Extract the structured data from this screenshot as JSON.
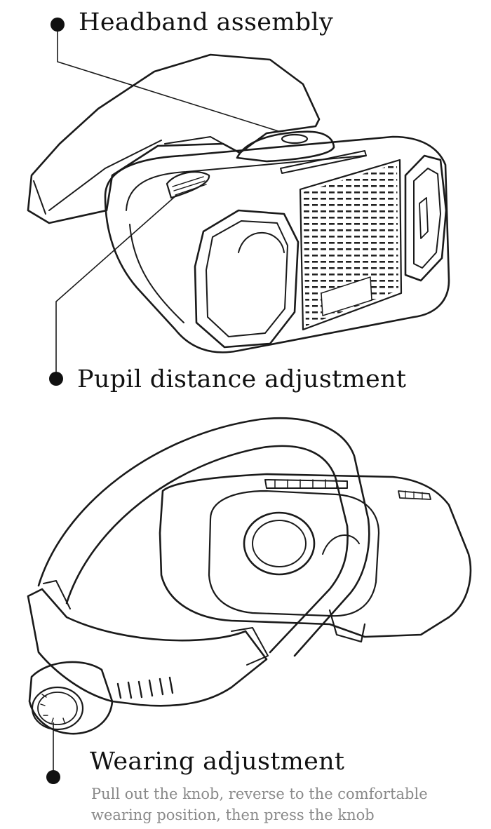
{
  "labels": {
    "headband": "Headband assembly",
    "pupil": "Pupil distance adjustment",
    "wearing": "Wearing adjustment"
  },
  "note": {
    "line1": "Pull out the knob, reverse to the comfortable",
    "line2": "wearing position, then press the knob"
  },
  "colors": {
    "ink": "#111111",
    "note": "#8a8a8a",
    "background": "#ffffff"
  }
}
